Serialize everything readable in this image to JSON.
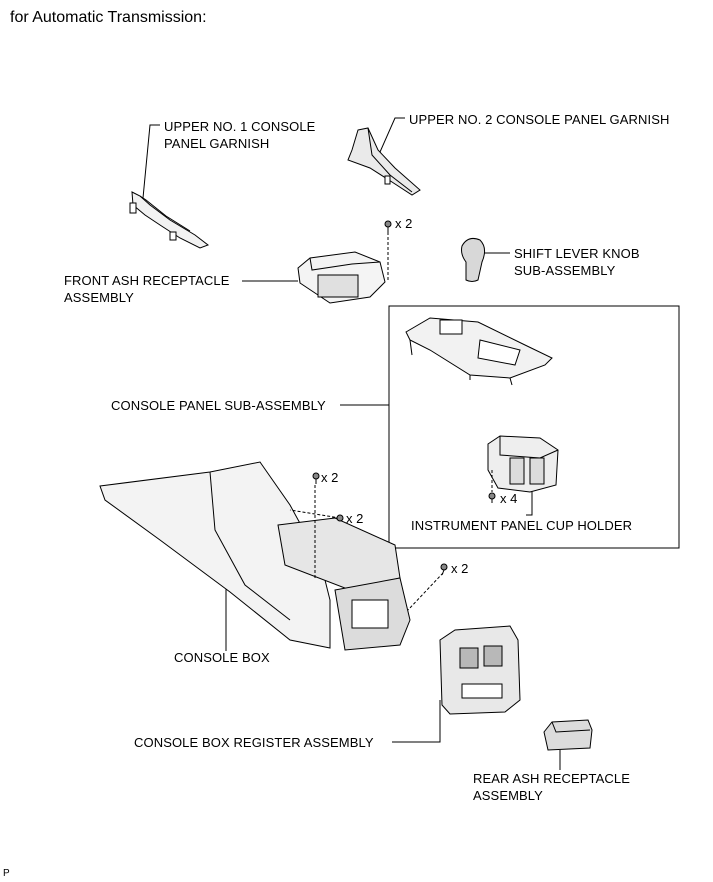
{
  "heading": "for Automatic Transmission:",
  "page_code": "P",
  "parts": {
    "upper_no1_garnish": [
      "UPPER NO. 1 CONSOLE",
      "PANEL GARNISH"
    ],
    "upper_no2_garnish": [
      "UPPER NO. 2 CONSOLE PANEL GARNISH"
    ],
    "front_ash_receptacle": [
      "FRONT ASH RECEPTACLE",
      "ASSEMBLY"
    ],
    "shift_lever_knob": [
      "SHIFT LEVER KNOB",
      "SUB-ASSEMBLY"
    ],
    "console_panel_sub_assembly": [
      "CONSOLE PANEL SUB-ASSEMBLY"
    ],
    "instrument_panel_cup_holder": [
      "INSTRUMENT PANEL CUP HOLDER"
    ],
    "console_box": [
      "CONSOLE BOX"
    ],
    "console_box_register": [
      "CONSOLE BOX REGISTER ASSEMBLY"
    ],
    "rear_ash_receptacle": [
      "REAR ASH RECEPTACLE",
      "ASSEMBLY"
    ]
  },
  "quantities": {
    "front_ash_screws": "x 2",
    "cup_holder_screws": "x 4",
    "console_box_top_screws": "x 2",
    "console_box_mid_screws": "x 2",
    "console_box_rear_screws": "x 2"
  }
}
